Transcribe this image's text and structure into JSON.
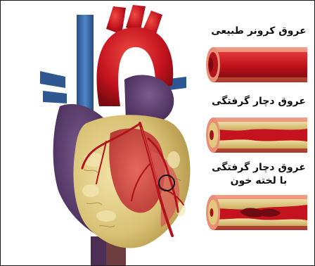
{
  "labels": {
    "normal_artery": "عروق کرونر طبیعی",
    "narrowed_artery": "عروق دچار گرفتگی",
    "clotted_artery_line1": "عروق دچار گرفتگی",
    "clotted_artery_line2": "با لخته خون"
  },
  "colors": {
    "blood_red": "#c4131e",
    "vessel_wall": "#e07a5f",
    "plaque_yellow": "#e6cf86",
    "vein_blue": "#3e6fae",
    "heart_purple": "#5b3a6a"
  }
}
